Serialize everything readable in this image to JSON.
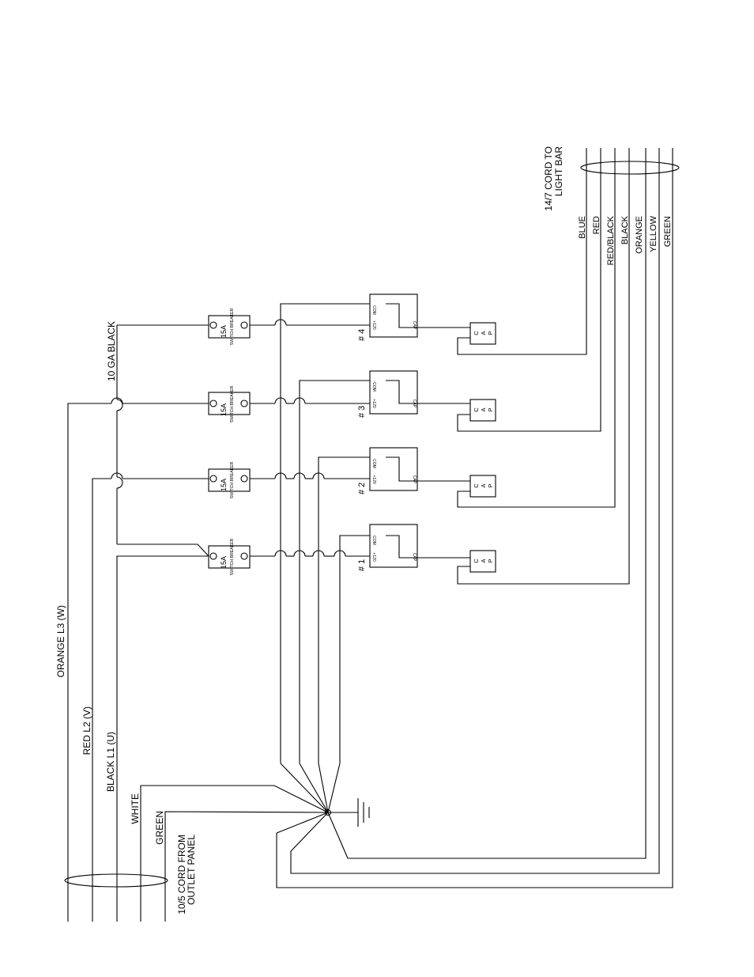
{
  "cords": {
    "outlet_cord": [
      "10/5  CORD FROM",
      "OUTLET PANEL"
    ],
    "light_cord": [
      "14/7 CORD TO",
      "LIGHT BAR"
    ]
  },
  "input_wires": {
    "orange": "ORANGE   L3 (W)",
    "red": "RED   L2 (V)",
    "black": "BLACK   L1 (U)",
    "white": "WHITE",
    "green": "GREEN"
  },
  "jumper_label": "10 GA  BLACK",
  "breakers": [
    {
      "rating": "15A",
      "text": "SWITCH BREAKER"
    },
    {
      "rating": "15A",
      "text": "SWITCH BREAKER"
    },
    {
      "rating": "15A",
      "text": "SWITCH BREAKER"
    },
    {
      "rating": "15A",
      "text": "SWITCH BREAKER"
    }
  ],
  "relays": [
    {
      "label": "# 1",
      "com": "COM",
      "v120": "+120",
      "cap": "CAP"
    },
    {
      "label": "# 2",
      "com": "COM",
      "v120": "+120",
      "cap": "CAP"
    },
    {
      "label": "# 3",
      "com": "COM",
      "v120": "+120",
      "cap": "CAP"
    },
    {
      "label": "# 4",
      "com": "COM",
      "v120": "+120",
      "cap": "CAP"
    }
  ],
  "cap_block": [
    "C",
    "A",
    "P"
  ],
  "output_wires": [
    "BLUE",
    "RED",
    "RED/BLACK",
    "BLACK",
    "ORANGE",
    "YELLOW",
    "GREEN"
  ],
  "colors": {
    "line": "#000000",
    "background": "#ffffff"
  }
}
